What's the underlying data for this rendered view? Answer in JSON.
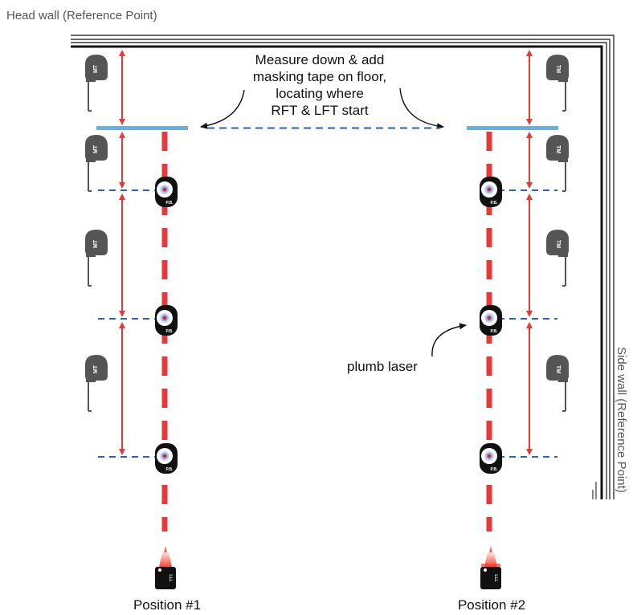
{
  "labels": {
    "head_wall": "Head wall (Reference Point)",
    "side_wall": "Side wall (Reference Point)",
    "note_line1": "Measure down & add",
    "note_line2": "masking tape on floor,",
    "note_line3": "locating where",
    "note_line4": "RFT & LFT start",
    "plumb_laser": "plumb laser",
    "position_1": "Position #1",
    "position_2": "Position #2"
  },
  "tape_measure_marks": {
    "left": "MT",
    "right": "TM"
  },
  "plumb_bob_mark": "P.B.",
  "line_laser_mark": "LLL",
  "colors": {
    "wall": "#111111",
    "tape_strip": "#6aaee0",
    "laser_line": "#e63a3a",
    "dashed_guide": "#2a62b5",
    "arrow": "#e33a3a",
    "tape_measure": "#555555"
  }
}
